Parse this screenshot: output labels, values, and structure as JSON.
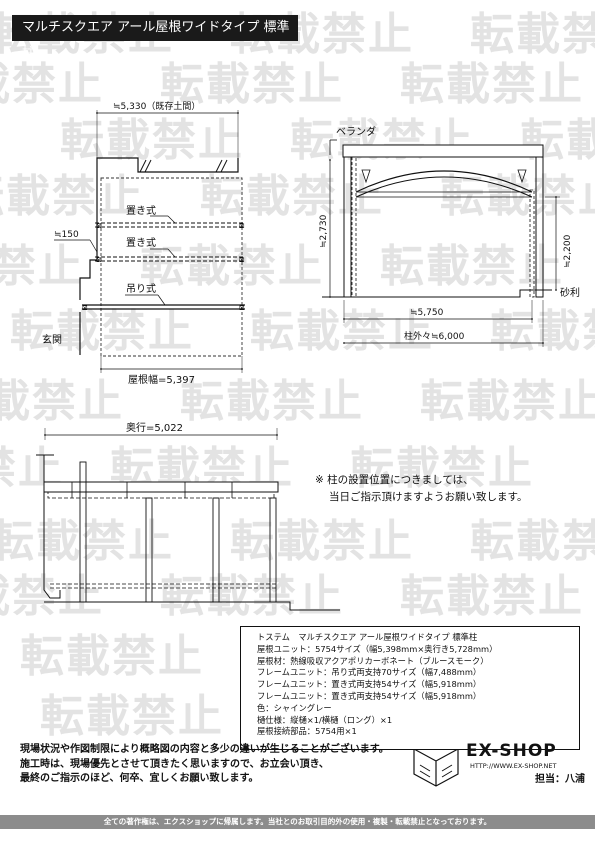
{
  "title": "マルチスクエア アール屋根ワイドタイプ 標準柱",
  "watermark": "転載禁止",
  "plan_view": {
    "dim_top": "≒5,330（既存土間）",
    "dim_offset": "≒150",
    "label_oki_1": "置き式",
    "label_oki_2": "置き式",
    "label_tsuri": "吊り式",
    "label_entrance": "玄関",
    "dim_roof_width": "屋根幅=5,397"
  },
  "front_view": {
    "label_veranda": "ベランダ",
    "dim_height_left": "≒2,730",
    "dim_height_right": "≒2,200",
    "label_gravel": "砂利",
    "dim_inner_width": "≒5,750",
    "dim_post_outer": "柱外々≒6,000"
  },
  "side_view": {
    "dim_depth": "奥行=5,022"
  },
  "note": {
    "line1": "※ 柱の設置位置につきましては、",
    "line2": "当日ご指示頂けますようお願い致します。"
  },
  "spec": {
    "line1": "トステム　マルチスクエア アール屋根ワイドタイプ 標準柱",
    "line2": "屋根ユニット：5754サイズ（幅5,398mm×奥行き5,728mm）",
    "line3": "屋根材：熱線吸収アクアポリカーボネート（ブルースモーク）",
    "line4": "フレームユニット：吊り式両支持70サイズ（幅7,488mm）",
    "line5": "フレームユニット：置き式両支持54サイズ（幅5,918mm）",
    "line6": "フレームユニット：置き式両支持54サイズ（幅5,918mm）",
    "line7": "色：シャイングレー",
    "line8": "樋仕様：縦樋×1/横樋（ロング）×1",
    "line9": "屋根接続部品：5754用×1"
  },
  "disclaimer": {
    "line1": "現場状況や作図制限により概略図の内容と多少の違いが生じることがございます。",
    "line2": "施工時は、現場優先とさせて頂きたく思いますので、お立会い頂き、",
    "line3": "最終のご指示のほど、何卒、宜しくお願い致します。"
  },
  "brand": {
    "name": "EX-SHOP",
    "url": "HTTP://WWW.EX-SHOP.NET",
    "person": "担当：八浦"
  },
  "footer": "全ての著作権は、エクスショップに帰属します。当社とのお取引目的外の使用・複製・転載禁止となっております。"
}
